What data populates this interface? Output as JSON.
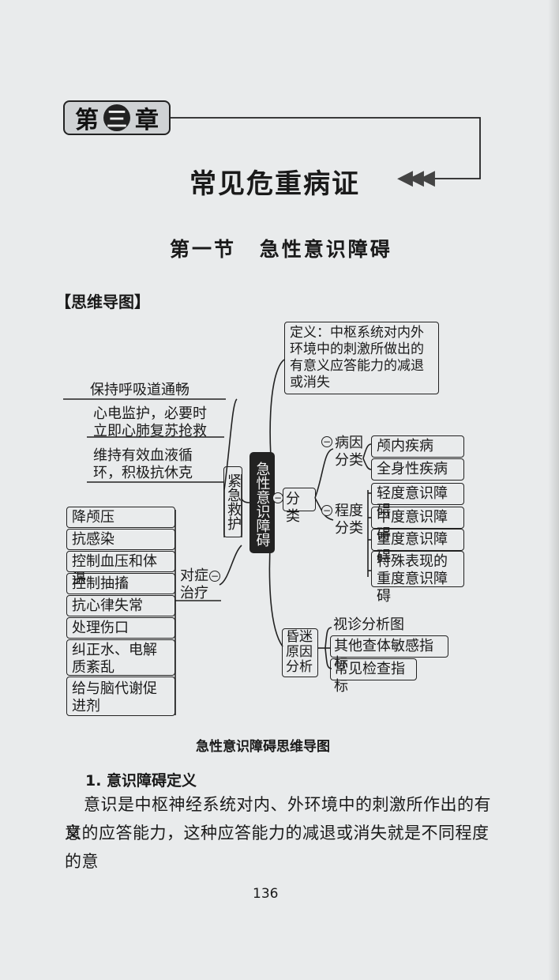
{
  "chapter": {
    "prefix": "第",
    "number": "三",
    "suffix": "章",
    "title": "常见危重病证"
  },
  "section": {
    "title": "第一节 急性意识障碍"
  },
  "mindmap": {
    "heading": "【思维导图】",
    "center": "急性意识障碍",
    "definition": "定义：中枢系统对内外环境中的刺激所做出的有意义应答能力的减退或消失",
    "classification": {
      "label": "分类",
      "etiology": {
        "label": "病因分类",
        "items": [
          "颅内疾病",
          "全身性疾病"
        ]
      },
      "degree": {
        "label": "程度分类",
        "items": [
          "轻度意识障碍",
          "中度意识障碍",
          "重度意识障碍",
          "特殊表现的重度意识障碍"
        ]
      }
    },
    "coma": {
      "label": "昏迷原因分析",
      "items": [
        "视诊分析图",
        "其他查体敏感指标",
        "常见检查指标"
      ]
    },
    "emergency": {
      "label": "紧急救护",
      "items": [
        "保持呼吸道通畅",
        "心电监护，必要时立即心肺复苏抢救",
        "维持有效血液循环，积极抗休克"
      ]
    },
    "treatment": {
      "label": "对症治疗",
      "items": [
        "降颅压",
        "抗感染",
        "控制血压和体温",
        "控制抽搐",
        "抗心律失常",
        "处理伤口",
        "纠正水、电解质紊乱",
        "给与脑代谢促进剂"
      ]
    },
    "caption": "急性意识障碍思维导图"
  },
  "body": {
    "subheading": "1. 意识障碍定义",
    "paragraph_line1": "意识是中枢神经系统对内、外环境中的刺激所作出的有意",
    "paragraph_line2": "义的应答能力，这种应答能力的减退或消失就是不同程度的意"
  },
  "page_number": "136"
}
